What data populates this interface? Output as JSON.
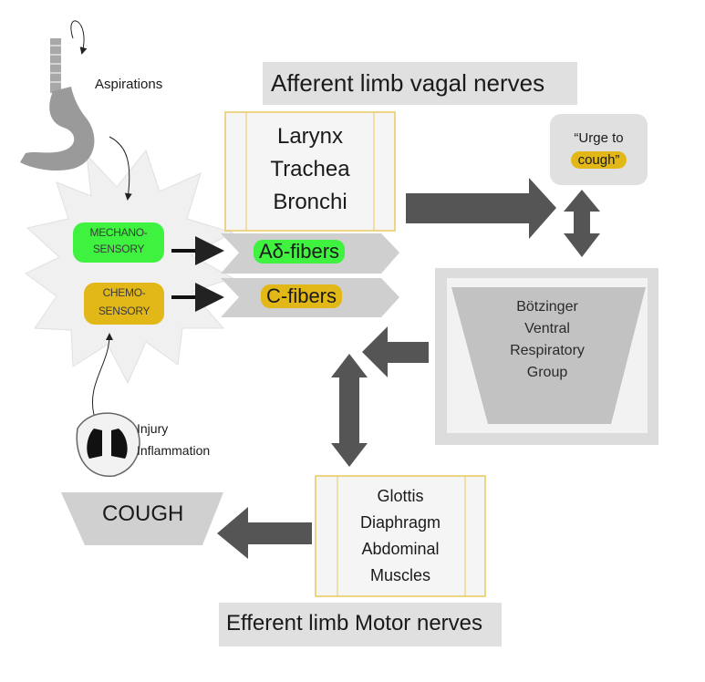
{
  "header": {
    "afferent_title": "Afferent limb vagal nerves"
  },
  "footer": {
    "efferent_title": "Efferent limb Motor nerves"
  },
  "left": {
    "aspirations": "Aspirations",
    "mechano_line1": "MECHANO-",
    "mechano_line2": "SENSORY",
    "chemo_line1": "CHEMO-",
    "chemo_line2": "SENSORY",
    "injury": "Injury",
    "inflammation": "Inflammation"
  },
  "airways": {
    "line1": "Larynx",
    "line2": "Trachea",
    "line3": "Bronchi"
  },
  "fibers": {
    "a_delta": "Aδ-fibers",
    "c": "C-fibers"
  },
  "urge": {
    "line1": "“Urge to",
    "line2": "cough”"
  },
  "brainstem": {
    "line1": "Bötzinger",
    "line2": "Ventral",
    "line3": "Respiratory",
    "line4": "Group"
  },
  "effectors": {
    "line1": "Glottis",
    "line2": "Diaphragm",
    "line3": "Abdominal",
    "line4": "Muscles"
  },
  "output": {
    "label": "COUGH"
  },
  "colors": {
    "green_highlight": "#3ff23f",
    "gold_highlight": "#e2b818",
    "arrow_gray": "#555555",
    "panel_gray": "#d9d9d9"
  }
}
